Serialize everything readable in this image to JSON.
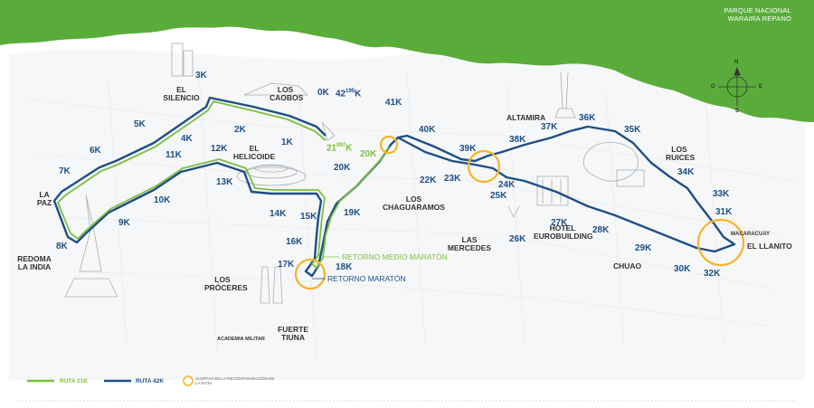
{
  "park": {
    "line1": "PARQUE NACIONAL",
    "line2": "WARAIRA REPANO"
  },
  "compass": {
    "n": "N",
    "s": "S",
    "e": "E",
    "w": "O"
  },
  "places": {
    "el_silencio": "EL SILENCIO",
    "los_caobos": "LOS CAOBOS",
    "el_helicoide": "EL HELICOIDE",
    "la_paz": "LA PAZ",
    "redoma": "REDOMA LA INDIA",
    "altamira": "ALTAMIRA",
    "los_ruices": "LOS RUICES",
    "los_chaguaramos": "LOS CHAGUARAMOS",
    "las_mercedes": "LAS MERCEDES",
    "hotel": "HOTEL EUROBUILDING",
    "chuao": "CHUAO",
    "macaracuay": "MACARACUAY",
    "el_llanito": "EL LLANITO",
    "los_proceres": "LOS PRÓCERES",
    "fuerte_tiuna": "FUERTE TIUNA",
    "academia": "ACADEMIA MILITAR"
  },
  "returns": {
    "medio": "RETORNO MEDIO MARATÓN",
    "maraton": "RETORNO MARATÓN"
  },
  "km": {
    "k0": "0K",
    "k42": "42",
    "k42sup": "195",
    "k42suf": "K",
    "k1": "1K",
    "k2": "2K",
    "k3": "3K",
    "k4": "4K",
    "k5": "5K",
    "k6": "6K",
    "k7": "7K",
    "k8": "8K",
    "k9": "9K",
    "k10": "10K",
    "k11": "11K",
    "k12": "12K",
    "k13": "13K",
    "k14": "14K",
    "k15": "15K",
    "k16": "16K",
    "k17": "17K",
    "k18": "18K",
    "k19": "19K",
    "k20": "20K",
    "k21": "21",
    "k21sup": "097",
    "k21suf": "K",
    "k22": "22K",
    "k23": "23K",
    "k24": "24K",
    "k25": "25K",
    "k26": "26K",
    "k27": "27K",
    "k28": "28K",
    "k29": "29K",
    "k30": "30K",
    "k31": "31K",
    "k32": "32K",
    "k33": "33K",
    "k34": "34K",
    "k35": "35K",
    "k36": "36K",
    "k37": "37K",
    "k38": "38K",
    "k39": "39K",
    "k40": "40K",
    "k41": "41K"
  },
  "legend": {
    "r21": "RUTA 21K",
    "r42": "RUTA 42K",
    "note": "ALERTAS EN LA RECONFIGURACIÓN DE LA RUTA"
  },
  "colors": {
    "green": "#7cbf3f",
    "blue": "#1d4f86",
    "mountain": "#5aac3a",
    "orange": "#f5b428"
  }
}
